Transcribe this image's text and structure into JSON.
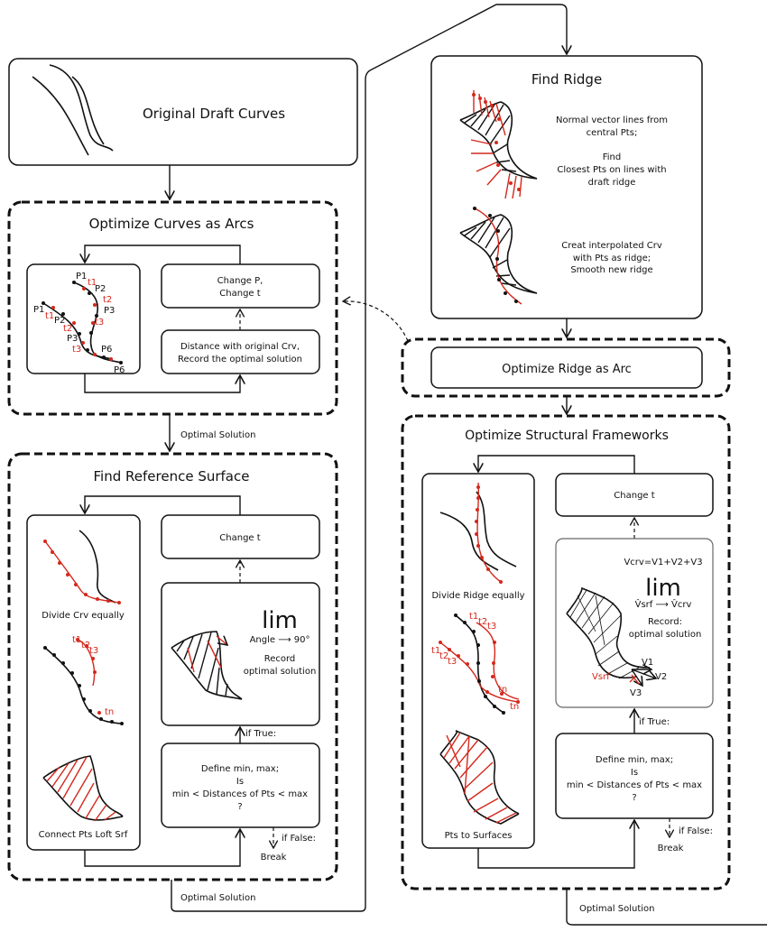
{
  "original": {
    "title": "Original Draft Curves"
  },
  "arcs": {
    "title": "Optimize Curves as Arcs",
    "change_box": [
      "Change P,",
      "Change t"
    ],
    "distance_box": [
      "Distance with original Crv,",
      "Record the optimal solution"
    ],
    "labels_black": [
      "P1",
      "P2",
      "P3",
      "P6",
      "P1",
      "P2",
      "P3",
      "P6"
    ],
    "labels_red": [
      "t1",
      "t2",
      "t3",
      "t1",
      "t2",
      "t3"
    ]
  },
  "optimal_solution_1": "Optimal Solution",
  "reference": {
    "title": "Find Reference Surface",
    "divide_label": "Divide Crv equally",
    "connect_label": "Connect Pts Loft Srf",
    "t_labels": [
      "t1",
      "t2",
      "t3",
      "tn"
    ],
    "change_box": "Change t",
    "lim": "lim",
    "lim_sub": "Angle ⟶ 90°",
    "record": [
      "Record",
      "optimal solution"
    ],
    "if_true": "if True:",
    "define_box": [
      "Define min, max;",
      "Is",
      "min < Distances of Pts < max",
      "?"
    ],
    "if_false": "if False:",
    "break": "Break"
  },
  "optimal_solution_2": "Optimal Solution",
  "ridge": {
    "title": "Find Ridge",
    "text1": [
      "Normal vector lines from",
      "central Pts;",
      "",
      "Find",
      "Closest Pts on lines with",
      "draft ridge"
    ],
    "text2": [
      "Creat interpolated Crv",
      "with Pts as ridge;",
      "Smooth new ridge"
    ]
  },
  "ridge_arc": {
    "title": "Optimize Ridge as Arc"
  },
  "frameworks": {
    "title": "Optimize Structural Frameworks",
    "divide_label": "Divide Ridge equally",
    "pts_label": "Pts to Surfaces",
    "t_labels": [
      "t1",
      "t2",
      "t3",
      "t1",
      "t2",
      "t3",
      "tn",
      "tn"
    ],
    "change_box": "Change t",
    "vcrv": "Vcrv=V1+V2+V3",
    "lim": "lim",
    "lim_sub": "V̂srf ⟶ V̂crv",
    "record": [
      "Record:",
      "optimal solution"
    ],
    "vectors": [
      "V1",
      "V2",
      "V3"
    ],
    "vsrf": "Vsrf",
    "if_true": "if True:",
    "define_box": [
      "Define min, max;",
      "Is",
      "min < Distances of Pts < max",
      "?"
    ],
    "if_false": "if False:",
    "break": "Break"
  },
  "optimal_solution_3": "Optimal Solution",
  "colors": {
    "accent_red": "#d4281c",
    "line": "#111111"
  }
}
